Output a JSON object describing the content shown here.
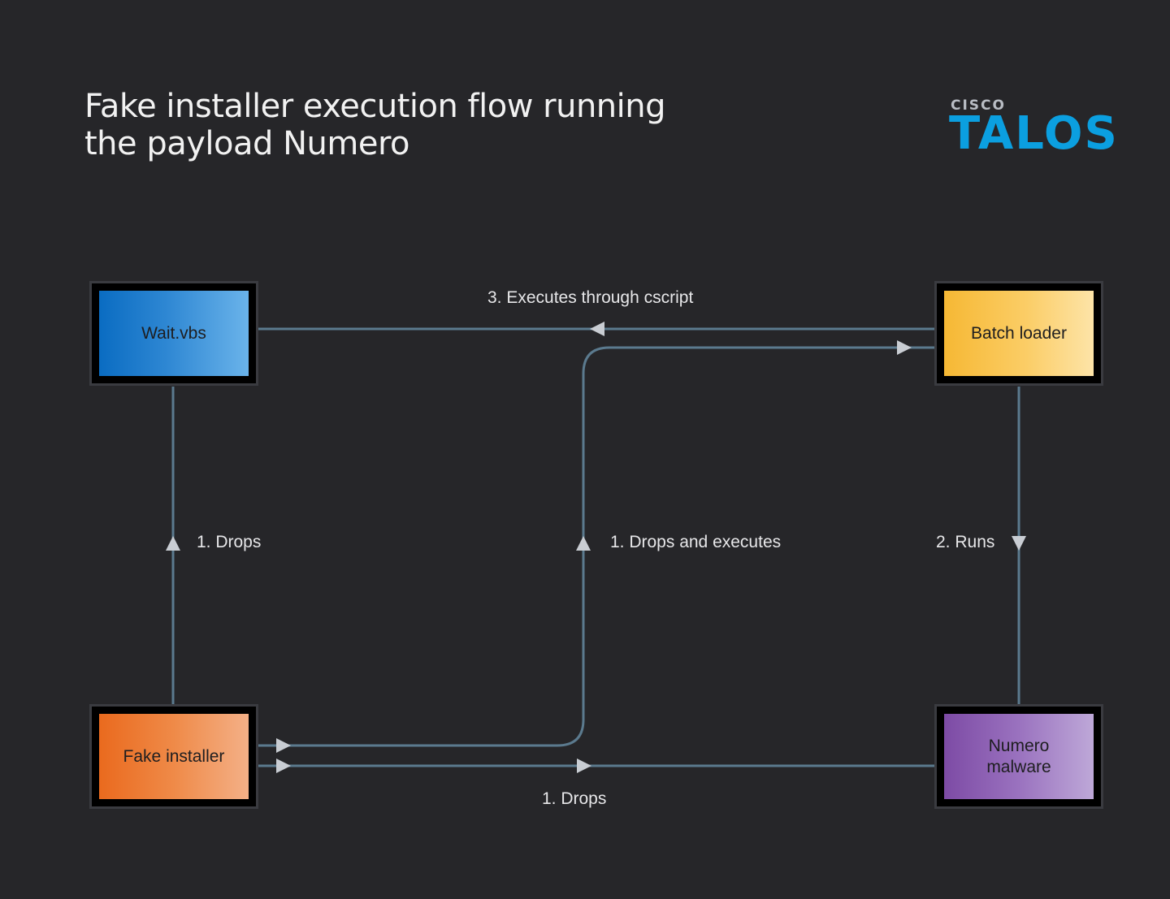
{
  "title": {
    "line1": "Fake installer execution flow running",
    "line2": "the payload Numero"
  },
  "logo": {
    "brand": "CISCO",
    "product": "TALOS"
  },
  "colors": {
    "background": "#262629",
    "connector": "#5b7a8e",
    "arrowhead": "#c9cdd3",
    "talos_blue": "#0b9fe0"
  },
  "nodes": {
    "wait_vbs": "Wait.vbs",
    "batch_loader": "Batch loader",
    "fake_installer": "Fake installer",
    "numero_malware": "Numero malware"
  },
  "edges": {
    "executes_cscript": "3. Executes through cscript",
    "drops_wait": "1.  Drops",
    "drops_and_executes": "1.  Drops and executes",
    "runs": "2. Runs",
    "drops_numero": "1.  Drops"
  }
}
